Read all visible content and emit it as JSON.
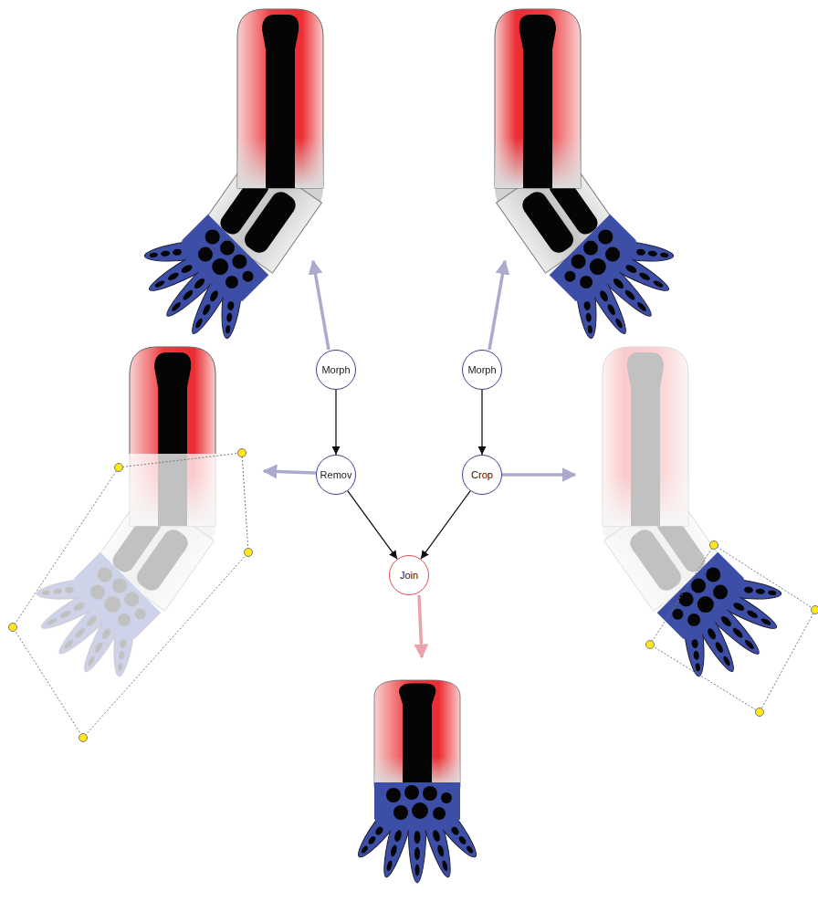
{
  "diagram": {
    "nodes": [
      {
        "text": [
          "Morph"
        ]
      },
      {
        "text": [
          "Morph"
        ]
      },
      {
        "text": [
          "Remov"
        ]
      },
      {
        "text": [
          "Crop"
        ]
      },
      {
        "text": [
          "Join"
        ]
      }
    ],
    "edges": [
      {
        "from": 0,
        "to": 2,
        "arrow": "to"
      },
      {
        "from": 1,
        "to": 3,
        "arrow": "to"
      },
      {
        "from": 2,
        "to": 4,
        "arrow": "to"
      },
      {
        "from": 3,
        "to": 4,
        "arrow": "to"
      }
    ]
  }
}
